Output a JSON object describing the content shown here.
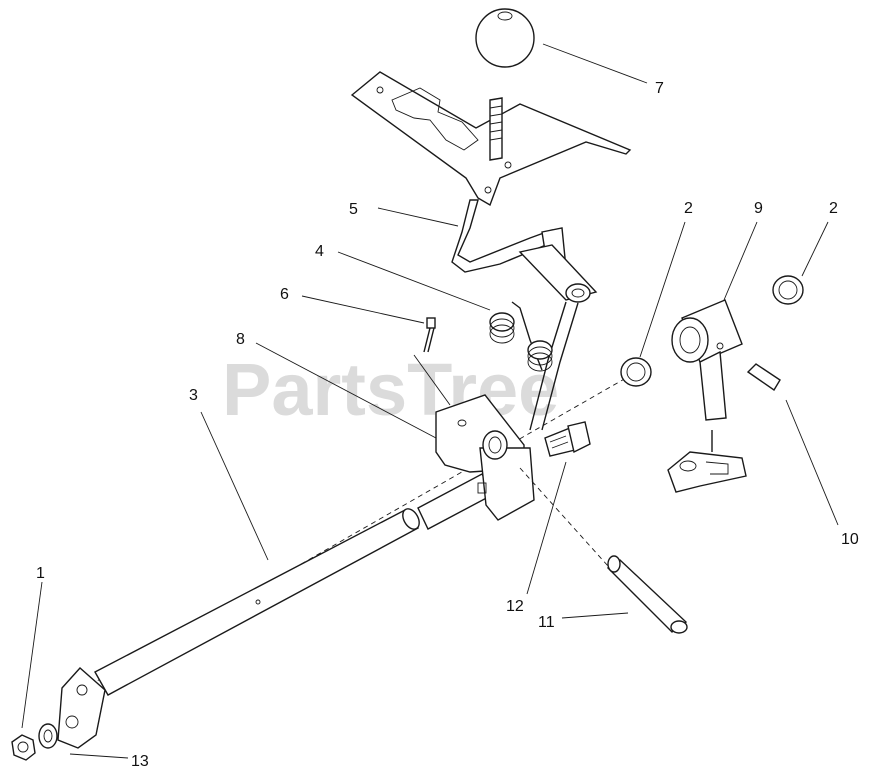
{
  "diagram": {
    "watermark": "PartsTree",
    "callouts": {
      "c1": "1",
      "c2a": "2",
      "c2b": "2",
      "c3": "3",
      "c4": "4",
      "c5": "5",
      "c6": "6",
      "c7": "7",
      "c8": "8",
      "c9": "9",
      "c10": "10",
      "c11": "11",
      "c12": "12",
      "c13": "13"
    }
  }
}
